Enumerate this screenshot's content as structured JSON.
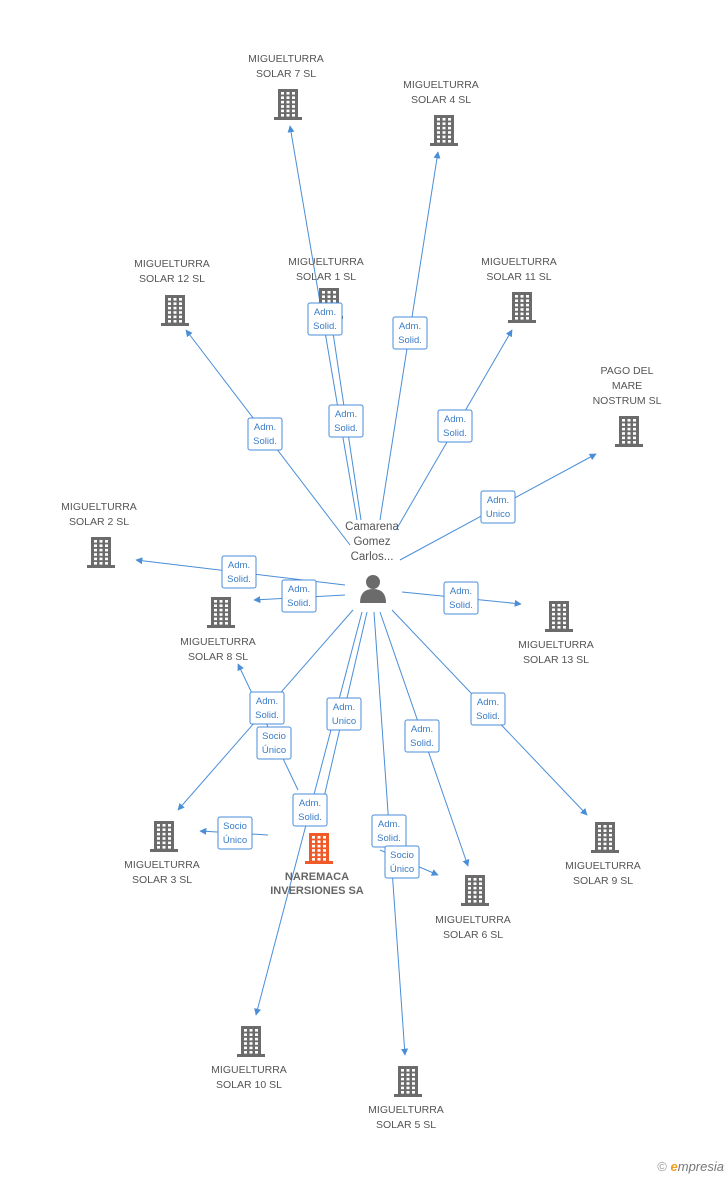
{
  "center": {
    "name": "Camarena\nGomez\nCarlos..."
  },
  "nodes": [
    {
      "id": "ms7",
      "label": "MIGUELTURRA\nSOLAR 7 SL",
      "kind": "company"
    },
    {
      "id": "ms4",
      "label": "MIGUELTURRA\nSOLAR 4 SL",
      "kind": "company"
    },
    {
      "id": "ms12",
      "label": "MIGUELTURRA\nSOLAR 12 SL",
      "kind": "company"
    },
    {
      "id": "ms1",
      "label": "MIGUELTURRA\nSOLAR 1 SL",
      "kind": "company"
    },
    {
      "id": "ms11",
      "label": "MIGUELTURRA\nSOLAR 11 SL",
      "kind": "company"
    },
    {
      "id": "pago",
      "label": "PAGO DEL\nMARE\nNOSTRUM SL",
      "kind": "company"
    },
    {
      "id": "ms2",
      "label": "MIGUELTURRA\nSOLAR 2 SL",
      "kind": "company"
    },
    {
      "id": "ms8",
      "label": "MIGUELTURRA\nSOLAR 8 SL",
      "kind": "company"
    },
    {
      "id": "ms13",
      "label": "MIGUELTURRA\nSOLAR 13 SL",
      "kind": "company"
    },
    {
      "id": "ms3",
      "label": "MIGUELTURRA\nSOLAR 3 SL",
      "kind": "company"
    },
    {
      "id": "nar",
      "label": "NAREMACA\nINVERSIONES SA",
      "kind": "main"
    },
    {
      "id": "ms9",
      "label": "MIGUELTURRA\nSOLAR 9 SL",
      "kind": "company"
    },
    {
      "id": "ms6",
      "label": "MIGUELTURRA\nSOLAR 6 SL",
      "kind": "company"
    },
    {
      "id": "ms10",
      "label": "MIGUELTURRA\nSOLAR 10 SL",
      "kind": "company"
    },
    {
      "id": "ms5",
      "label": "MIGUELTURRA\nSOLAR 5 SL",
      "kind": "company"
    }
  ],
  "edges": [
    {
      "from": "center",
      "to": "ms7",
      "label": "Adm.\nSolid."
    },
    {
      "from": "center",
      "to": "ms4",
      "label": "Adm.\nSolid."
    },
    {
      "from": "center",
      "to": "ms12",
      "label": "Adm.\nSolid."
    },
    {
      "from": "center",
      "to": "ms1",
      "label": "Adm.\nSolid."
    },
    {
      "from": "center",
      "to": "ms11",
      "label": "Adm.\nSolid."
    },
    {
      "from": "center",
      "to": "pago",
      "label": "Adm.\nUnico"
    },
    {
      "from": "center",
      "to": "ms2",
      "label": "Adm.\nSolid."
    },
    {
      "from": "center",
      "to": "ms8",
      "label": "Adm.\nSolid."
    },
    {
      "from": "center",
      "to": "ms13",
      "label": "Adm.\nSolid."
    },
    {
      "from": "center",
      "to": "ms3",
      "label": "Adm.\nSolid."
    },
    {
      "from": "center",
      "to": "nar",
      "label": "Adm.\nUnico"
    },
    {
      "from": "center",
      "to": "ms9",
      "label": "Adm.\nSolid."
    },
    {
      "from": "center",
      "to": "ms6",
      "label": "Adm.\nSolid."
    },
    {
      "from": "center",
      "to": "ms10",
      "label": "Adm.\nSolid."
    },
    {
      "from": "center",
      "to": "ms5",
      "label": "Adm.\nSolid."
    },
    {
      "from": "nar",
      "to": "ms8",
      "label": "Socio\nÚnico"
    },
    {
      "from": "nar",
      "to": "ms3",
      "label": "Socio\nÚnico"
    },
    {
      "from": "nar",
      "to": "ms6",
      "label": "Socio\nÚnico"
    }
  ],
  "colors": {
    "edge": "#4a8ed8",
    "company_icon": "#6b6b6b",
    "main_icon": "#f05a28",
    "person_icon": "#6b6b6b"
  },
  "footer": {
    "copyright": "©",
    "brand_initial": "e",
    "brand_rest": "mpresia"
  }
}
